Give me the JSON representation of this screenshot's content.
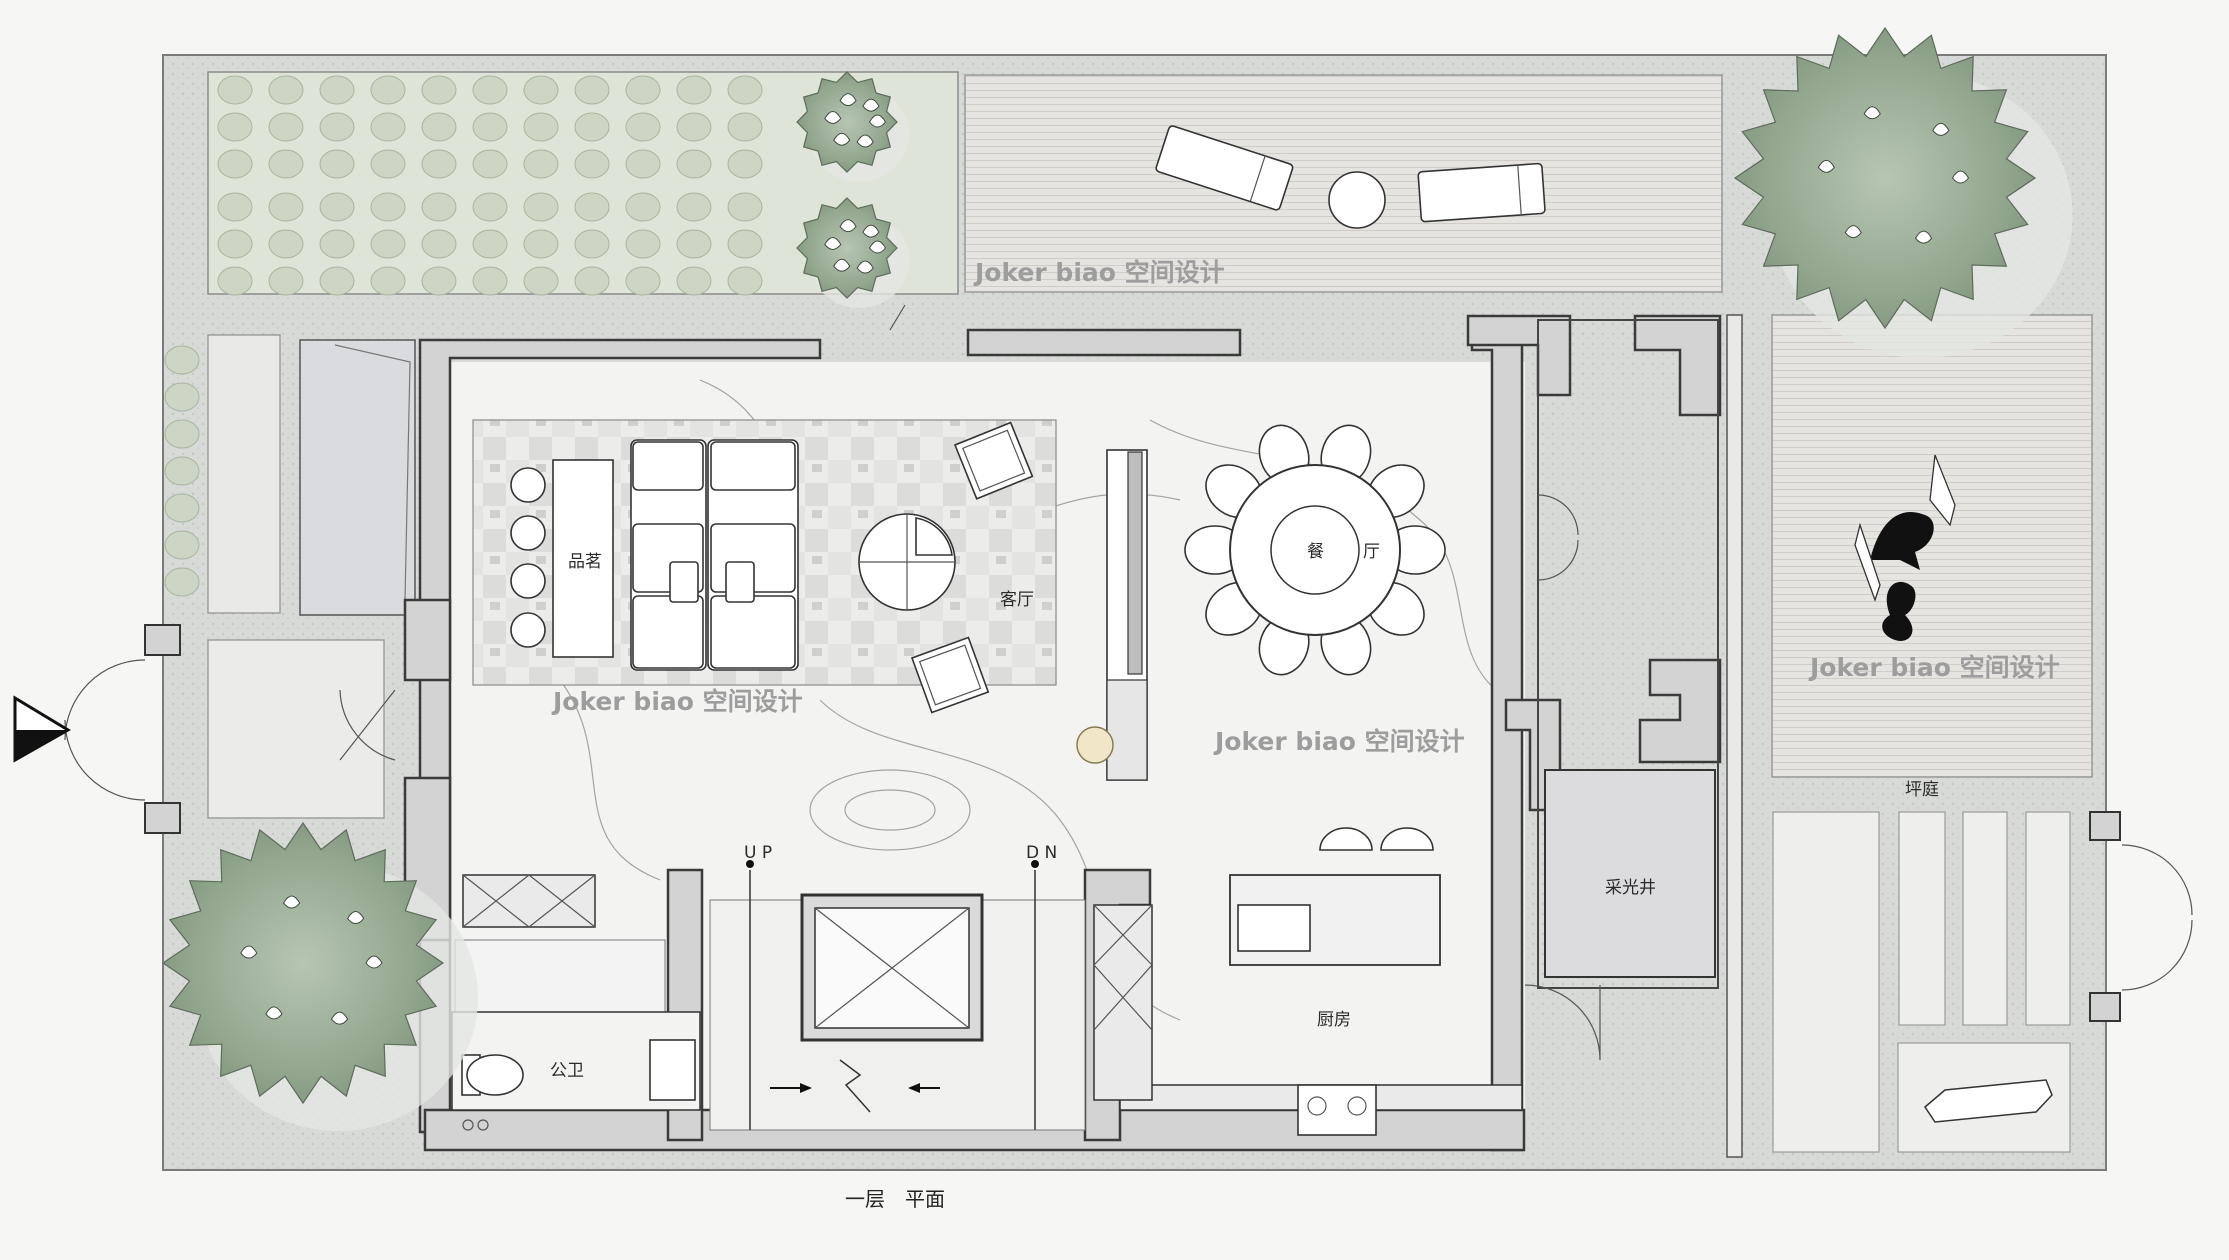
{
  "watermarks": {
    "top": "Joker biao 空间设计",
    "living": "Joker biao 空间设计",
    "dining": "Joker biao 空间设计",
    "courtyard": "Joker biao 空间设计"
  },
  "rooms": {
    "tea": "品茗",
    "living": "客厅",
    "dining_a": "餐",
    "dining_b": "厅",
    "lightwell": "采光井",
    "kitchen": "厨房",
    "toilet": "公卫",
    "courtyard": "坪庭"
  },
  "stairs": {
    "up": "U P",
    "down": "D N"
  },
  "title": "一层　平面",
  "colors": {
    "garden": "#dde2da",
    "deck": "#e6e4e1",
    "floor": "#f3f3f1",
    "wall": "#d3d3d3",
    "tree": "#9fb19d",
    "glass": "#d9dbde"
  }
}
